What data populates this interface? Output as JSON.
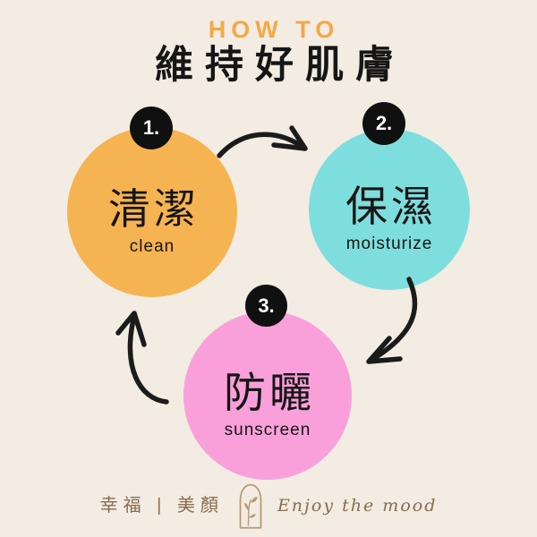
{
  "colors": {
    "background": "#F2ECE2",
    "accent_orange": "#F5A845",
    "text": "#161616",
    "badge_bg": "#101010",
    "badge_text": "#FFFFFF",
    "arrow": "#1B1B1B",
    "footer_text": "#8A6B4F",
    "logo": "#B99874"
  },
  "header": {
    "eyebrow": "HOW TO",
    "title": "維持好肌膚"
  },
  "steps": [
    {
      "number": "1.",
      "title": "清潔",
      "subtitle": "clean",
      "color": "#F6B351"
    },
    {
      "number": "2.",
      "title": "保濕",
      "subtitle": "moisturize",
      "color": "#7EDEDD"
    },
    {
      "number": "3.",
      "title": "防曬",
      "subtitle": "sunscreen",
      "color": "#F9A0DA"
    }
  ],
  "arrows": [
    {
      "icon": "hand-drawn-arrow-step1-to-step2"
    },
    {
      "icon": "hand-drawn-arrow-step2-to-step3"
    },
    {
      "icon": "hand-drawn-arrow-step3-to-step1"
    }
  ],
  "footer": {
    "brand_zh": "幸福 | 美顏",
    "brand_en": "Enjoy the mood",
    "logo_icon": "arch-branch-logo"
  }
}
